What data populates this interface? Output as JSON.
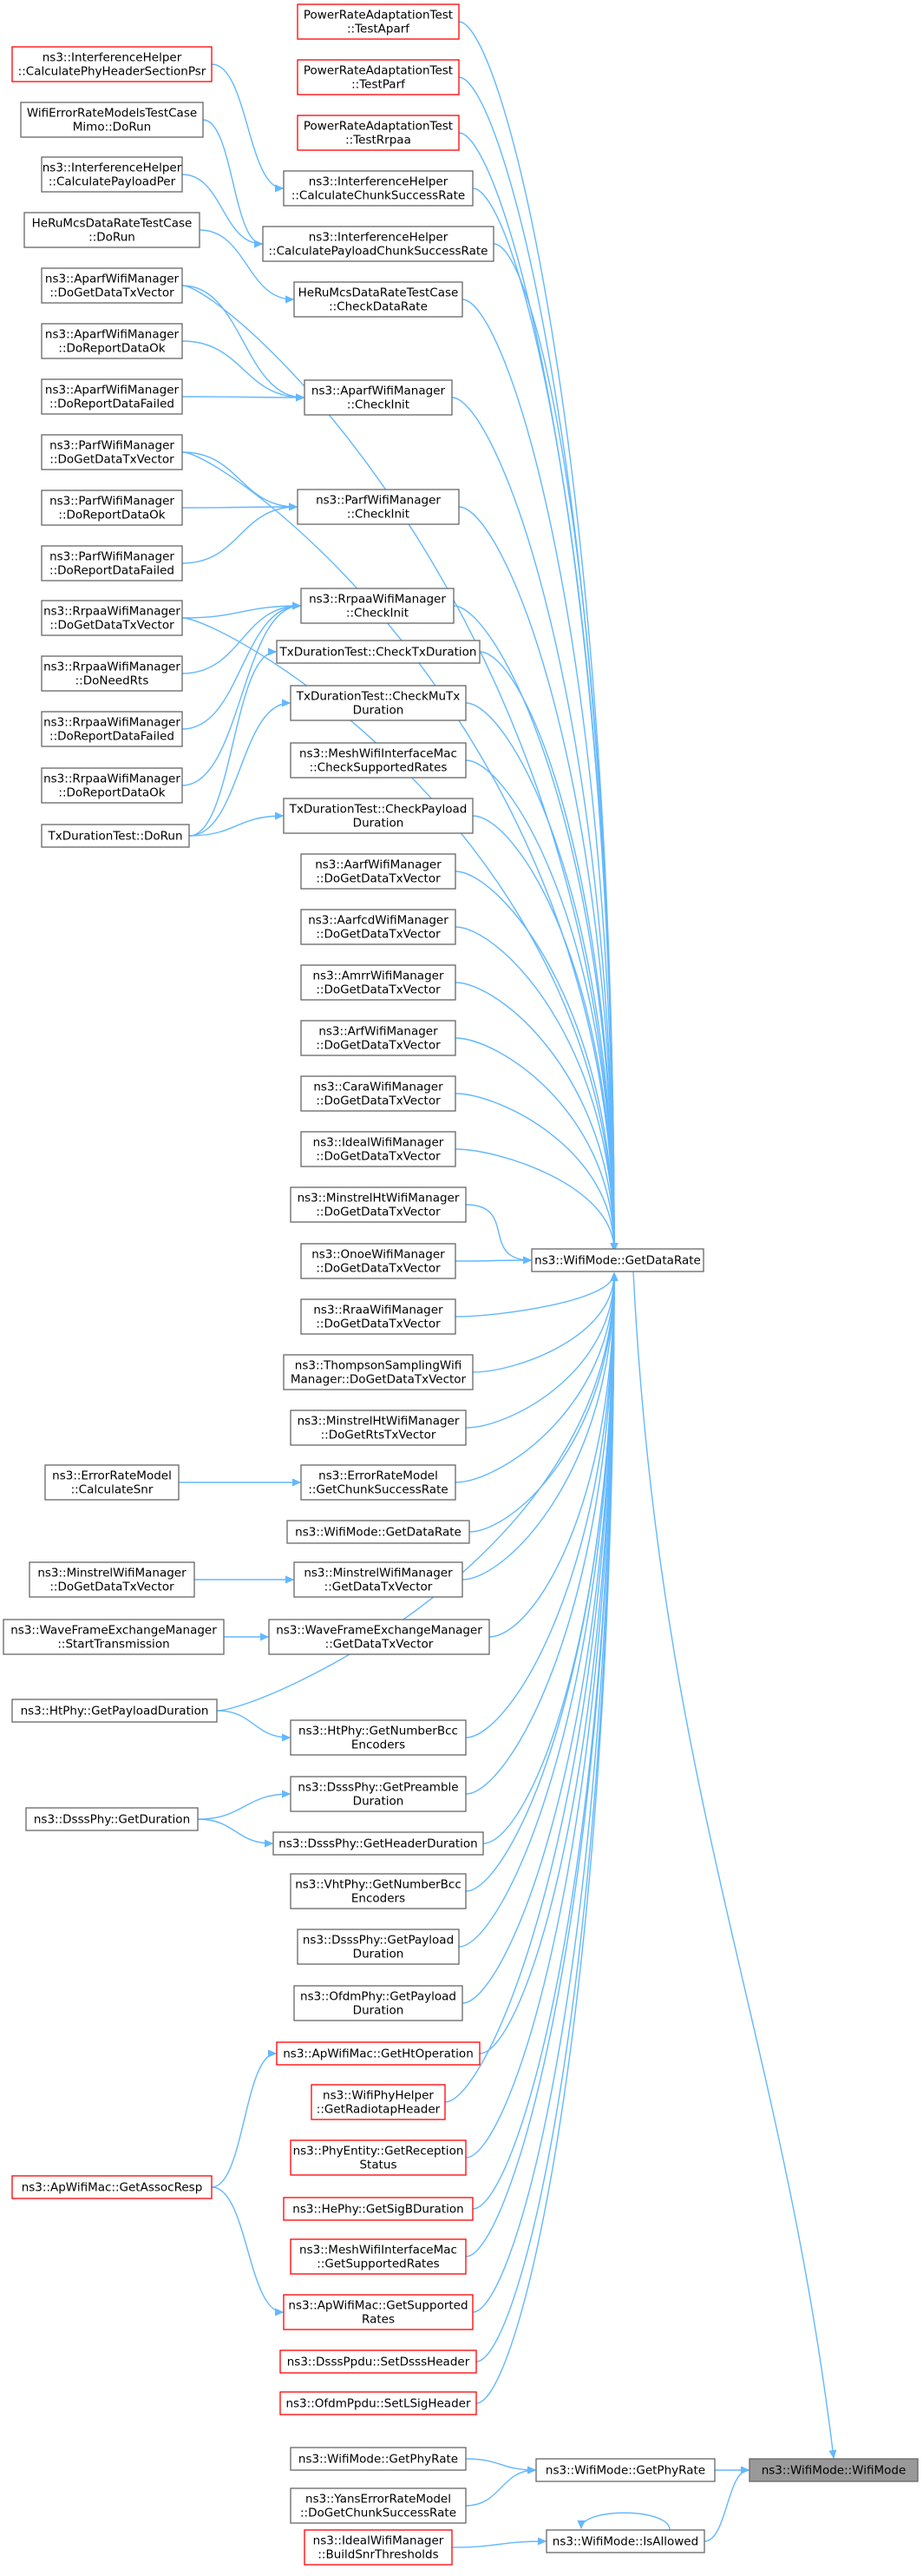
{
  "graph": {
    "colors": {
      "edge": "#63b8ff",
      "border": "#666666",
      "highlight_border": "#ff0000",
      "target_fill": "#999999"
    },
    "nodes": [
      {
        "id": "n1",
        "lines": [
          "PowerRateAdaptationTest",
          "::TestAparf"
        ],
        "style": "red"
      },
      {
        "id": "n2",
        "lines": [
          "PowerRateAdaptationTest",
          "::TestParf"
        ],
        "style": "red"
      },
      {
        "id": "n3",
        "lines": [
          "PowerRateAdaptationTest",
          "::TestRrpaa"
        ],
        "style": "red"
      },
      {
        "id": "n4",
        "lines": [
          "ns3::InterferenceHelper",
          "::CalculatePhyHeaderSectionPsr"
        ],
        "style": "red"
      },
      {
        "id": "n5",
        "lines": [
          "WifiErrorRateModelsTestCase",
          "Mimo::DoRun"
        ],
        "style": "normal"
      },
      {
        "id": "n6",
        "lines": [
          "ns3::InterferenceHelper",
          "::CalculateChunkSuccessRate"
        ],
        "style": "normal"
      },
      {
        "id": "n7",
        "lines": [
          "ns3::InterferenceHelper",
          "::CalculatePayloadPer"
        ],
        "style": "normal"
      },
      {
        "id": "n8",
        "lines": [
          "ns3::InterferenceHelper",
          "::CalculatePayloadChunkSuccessRate"
        ],
        "style": "normal"
      },
      {
        "id": "n9",
        "lines": [
          "HeRuMcsDataRateTestCase",
          "::DoRun"
        ],
        "style": "normal"
      },
      {
        "id": "n10",
        "lines": [
          "HeRuMcsDataRateTestCase",
          "::CheckDataRate"
        ],
        "style": "normal"
      },
      {
        "id": "n11",
        "lines": [
          "ns3::AparfWifiManager",
          "::DoGetDataTxVector"
        ],
        "style": "normal"
      },
      {
        "id": "n12",
        "lines": [
          "ns3::AparfWifiManager",
          "::DoReportDataOk"
        ],
        "style": "normal"
      },
      {
        "id": "n13",
        "lines": [
          "ns3::AparfWifiManager",
          "::CheckInit"
        ],
        "style": "normal"
      },
      {
        "id": "n14",
        "lines": [
          "ns3::AparfWifiManager",
          "::DoReportDataFailed"
        ],
        "style": "normal"
      },
      {
        "id": "n15",
        "lines": [
          "ns3::ParfWifiManager",
          "::DoGetDataTxVector"
        ],
        "style": "normal"
      },
      {
        "id": "n16",
        "lines": [
          "ns3::ParfWifiManager",
          "::CheckInit"
        ],
        "style": "normal"
      },
      {
        "id": "n17",
        "lines": [
          "ns3::ParfWifiManager",
          "::DoReportDataOk"
        ],
        "style": "normal"
      },
      {
        "id": "n18",
        "lines": [
          "ns3::ParfWifiManager",
          "::DoReportDataFailed"
        ],
        "style": "normal"
      },
      {
        "id": "n19",
        "lines": [
          "ns3::RrpaaWifiManager",
          "::CheckInit"
        ],
        "style": "normal"
      },
      {
        "id": "n20",
        "lines": [
          "ns3::RrpaaWifiManager",
          "::DoGetDataTxVector"
        ],
        "style": "normal"
      },
      {
        "id": "n21",
        "lines": [
          "TxDurationTest::CheckTxDuration"
        ],
        "style": "normal"
      },
      {
        "id": "n22",
        "lines": [
          "ns3::RrpaaWifiManager",
          "::DoNeedRts"
        ],
        "style": "normal"
      },
      {
        "id": "n23",
        "lines": [
          "TxDurationTest::CheckMuTx",
          "Duration"
        ],
        "style": "normal"
      },
      {
        "id": "n24",
        "lines": [
          "ns3::RrpaaWifiManager",
          "::DoReportDataFailed"
        ],
        "style": "normal"
      },
      {
        "id": "n25",
        "lines": [
          "ns3::MeshWifiInterfaceMac",
          "::CheckSupportedRates"
        ],
        "style": "normal"
      },
      {
        "id": "n26",
        "lines": [
          "ns3::RrpaaWifiManager",
          "::DoReportDataOk"
        ],
        "style": "normal"
      },
      {
        "id": "n27",
        "lines": [
          "TxDurationTest::CheckPayload",
          "Duration"
        ],
        "style": "normal"
      },
      {
        "id": "n28",
        "lines": [
          "TxDurationTest::DoRun"
        ],
        "style": "normal"
      },
      {
        "id": "n29",
        "lines": [
          "ns3::AarfWifiManager",
          "::DoGetDataTxVector"
        ],
        "style": "normal"
      },
      {
        "id": "n30",
        "lines": [
          "ns3::AarfcdWifiManager",
          "::DoGetDataTxVector"
        ],
        "style": "normal"
      },
      {
        "id": "n31",
        "lines": [
          "ns3::AmrrWifiManager",
          "::DoGetDataTxVector"
        ],
        "style": "normal"
      },
      {
        "id": "n32",
        "lines": [
          "ns3::ArfWifiManager",
          "::DoGetDataTxVector"
        ],
        "style": "normal"
      },
      {
        "id": "n33",
        "lines": [
          "ns3::CaraWifiManager",
          "::DoGetDataTxVector"
        ],
        "style": "normal"
      },
      {
        "id": "n34",
        "lines": [
          "ns3::IdealWifiManager",
          "::DoGetDataTxVector"
        ],
        "style": "normal"
      },
      {
        "id": "n35",
        "lines": [
          "ns3::MinstrelHtWifiManager",
          "::DoGetDataTxVector"
        ],
        "style": "normal"
      },
      {
        "id": "n36",
        "lines": [
          "ns3::WifiMode::GetDataRate"
        ],
        "style": "normal"
      },
      {
        "id": "n37",
        "lines": [
          "ns3::OnoeWifiManager",
          "::DoGetDataTxVector"
        ],
        "style": "normal"
      },
      {
        "id": "n38",
        "lines": [
          "ns3::RraaWifiManager",
          "::DoGetDataTxVector"
        ],
        "style": "normal"
      },
      {
        "id": "n39",
        "lines": [
          "ns3::ThompsonSamplingWifi",
          "Manager::DoGetDataTxVector"
        ],
        "style": "normal"
      },
      {
        "id": "n40",
        "lines": [
          "ns3::MinstrelHtWifiManager",
          "::DoGetRtsTxVector"
        ],
        "style": "normal"
      },
      {
        "id": "n41",
        "lines": [
          "ns3::ErrorRateModel",
          "::CalculateSnr"
        ],
        "style": "normal"
      },
      {
        "id": "n42",
        "lines": [
          "ns3::ErrorRateModel",
          "::GetChunkSuccessRate"
        ],
        "style": "normal"
      },
      {
        "id": "n43",
        "lines": [
          "ns3::WifiMode::GetDataRate"
        ],
        "style": "normal"
      },
      {
        "id": "n44",
        "lines": [
          "ns3::MinstrelWifiManager",
          "::DoGetDataTxVector"
        ],
        "style": "normal"
      },
      {
        "id": "n45",
        "lines": [
          "ns3::MinstrelWifiManager",
          "::GetDataTxVector"
        ],
        "style": "normal"
      },
      {
        "id": "n46",
        "lines": [
          "ns3::WaveFrameExchangeManager",
          "::StartTransmission"
        ],
        "style": "normal"
      },
      {
        "id": "n47",
        "lines": [
          "ns3::WaveFrameExchangeManager",
          "::GetDataTxVector"
        ],
        "style": "normal"
      },
      {
        "id": "n48",
        "lines": [
          "ns3::HtPhy::GetPayloadDuration"
        ],
        "style": "normal"
      },
      {
        "id": "n49",
        "lines": [
          "ns3::HtPhy::GetNumberBcc",
          "Encoders"
        ],
        "style": "normal"
      },
      {
        "id": "n50",
        "lines": [
          "ns3::DsssPhy::GetPreamble",
          "Duration"
        ],
        "style": "normal"
      },
      {
        "id": "n51",
        "lines": [
          "ns3::DsssPhy::GetDuration"
        ],
        "style": "normal"
      },
      {
        "id": "n52",
        "lines": [
          "ns3::DsssPhy::GetHeaderDuration"
        ],
        "style": "normal"
      },
      {
        "id": "n53",
        "lines": [
          "ns3::VhtPhy::GetNumberBcc",
          "Encoders"
        ],
        "style": "normal"
      },
      {
        "id": "n54",
        "lines": [
          "ns3::DsssPhy::GetPayload",
          "Duration"
        ],
        "style": "normal"
      },
      {
        "id": "n55",
        "lines": [
          "ns3::OfdmPhy::GetPayload",
          "Duration"
        ],
        "style": "normal"
      },
      {
        "id": "n56",
        "lines": [
          "ns3::ApWifiMac::GetHtOperation"
        ],
        "style": "red"
      },
      {
        "id": "n57",
        "lines": [
          "ns3::WifiPhyHelper",
          "::GetRadiotapHeader"
        ],
        "style": "red"
      },
      {
        "id": "n58",
        "lines": [
          "ns3::PhyEntity::GetReception",
          "Status"
        ],
        "style": "red"
      },
      {
        "id": "n59",
        "lines": [
          "ns3::ApWifiMac::GetAssocResp"
        ],
        "style": "red"
      },
      {
        "id": "n60",
        "lines": [
          "ns3::HePhy::GetSigBDuration"
        ],
        "style": "red"
      },
      {
        "id": "n61",
        "lines": [
          "ns3::MeshWifiInterfaceMac",
          "::GetSupportedRates"
        ],
        "style": "red"
      },
      {
        "id": "n62",
        "lines": [
          "ns3::ApWifiMac::GetSupported",
          "Rates"
        ],
        "style": "red"
      },
      {
        "id": "n63",
        "lines": [
          "ns3::DsssPpdu::SetDsssHeader"
        ],
        "style": "red"
      },
      {
        "id": "n64",
        "lines": [
          "ns3::OfdmPpdu::SetLSigHeader"
        ],
        "style": "red"
      },
      {
        "id": "n65",
        "lines": [
          "ns3::WifiMode::GetPhyRate"
        ],
        "style": "normal"
      },
      {
        "id": "n66",
        "lines": [
          "ns3::WifiMode::GetPhyRate"
        ],
        "style": "normal"
      },
      {
        "id": "n67",
        "lines": [
          "ns3::WifiMode::WifiMode"
        ],
        "style": "grey"
      },
      {
        "id": "n68",
        "lines": [
          "ns3::YansErrorRateModel",
          "::DoGetChunkSuccessRate"
        ],
        "style": "normal"
      },
      {
        "id": "n69",
        "lines": [
          "ns3::WifiMode::IsAllowed"
        ],
        "style": "normal"
      },
      {
        "id": "n70",
        "lines": [
          "ns3::IdealWifiManager",
          "::BuildSnrThresholds"
        ],
        "style": "red"
      }
    ],
    "edges": [
      [
        "n1",
        "n36"
      ],
      [
        "n2",
        "n36"
      ],
      [
        "n3",
        "n36"
      ],
      [
        "n6",
        "n36"
      ],
      [
        "n8",
        "n36"
      ],
      [
        "n10",
        "n36"
      ],
      [
        "n13",
        "n36"
      ],
      [
        "n16",
        "n36"
      ],
      [
        "n19",
        "n36"
      ],
      [
        "n21",
        "n36"
      ],
      [
        "n23",
        "n36"
      ],
      [
        "n25",
        "n36"
      ],
      [
        "n27",
        "n36"
      ],
      [
        "n29",
        "n36"
      ],
      [
        "n30",
        "n36"
      ],
      [
        "n31",
        "n36"
      ],
      [
        "n32",
        "n36"
      ],
      [
        "n33",
        "n36"
      ],
      [
        "n34",
        "n36"
      ],
      [
        "n35",
        "n36"
      ],
      [
        "n37",
        "n36"
      ],
      [
        "n38",
        "n36"
      ],
      [
        "n39",
        "n36"
      ],
      [
        "n40",
        "n36"
      ],
      [
        "n42",
        "n36"
      ],
      [
        "n43",
        "n36"
      ],
      [
        "n45",
        "n36"
      ],
      [
        "n47",
        "n36"
      ],
      [
        "n49",
        "n36"
      ],
      [
        "n50",
        "n36"
      ],
      [
        "n52",
        "n36"
      ],
      [
        "n53",
        "n36"
      ],
      [
        "n54",
        "n36"
      ],
      [
        "n55",
        "n36"
      ],
      [
        "n56",
        "n36"
      ],
      [
        "n57",
        "n36"
      ],
      [
        "n58",
        "n36"
      ],
      [
        "n60",
        "n36"
      ],
      [
        "n61",
        "n36"
      ],
      [
        "n62",
        "n36"
      ],
      [
        "n63",
        "n36"
      ],
      [
        "n64",
        "n36"
      ],
      [
        "n11",
        "n36"
      ],
      [
        "n15",
        "n36"
      ],
      [
        "n20",
        "n36"
      ],
      [
        "n48",
        "n36"
      ],
      [
        "n4",
        "n6"
      ],
      [
        "n5",
        "n8"
      ],
      [
        "n7",
        "n8"
      ],
      [
        "n9",
        "n10"
      ],
      [
        "n11",
        "n13"
      ],
      [
        "n12",
        "n13"
      ],
      [
        "n14",
        "n13"
      ],
      [
        "n15",
        "n16"
      ],
      [
        "n17",
        "n16"
      ],
      [
        "n18",
        "n16"
      ],
      [
        "n20",
        "n19"
      ],
      [
        "n22",
        "n19"
      ],
      [
        "n24",
        "n19"
      ],
      [
        "n26",
        "n19"
      ],
      [
        "n28",
        "n21"
      ],
      [
        "n28",
        "n23"
      ],
      [
        "n28",
        "n27"
      ],
      [
        "n41",
        "n42"
      ],
      [
        "n44",
        "n45"
      ],
      [
        "n46",
        "n47"
      ],
      [
        "n48",
        "n49"
      ],
      [
        "n51",
        "n50"
      ],
      [
        "n51",
        "n52"
      ],
      [
        "n59",
        "n56"
      ],
      [
        "n59",
        "n62"
      ],
      [
        "n65",
        "n66"
      ],
      [
        "n68",
        "n66"
      ],
      [
        "n66",
        "n67"
      ],
      [
        "n70",
        "n69"
      ],
      [
        "n69",
        "n67"
      ],
      [
        "n69",
        "n69"
      ],
      [
        "n36",
        "n67"
      ]
    ]
  }
}
